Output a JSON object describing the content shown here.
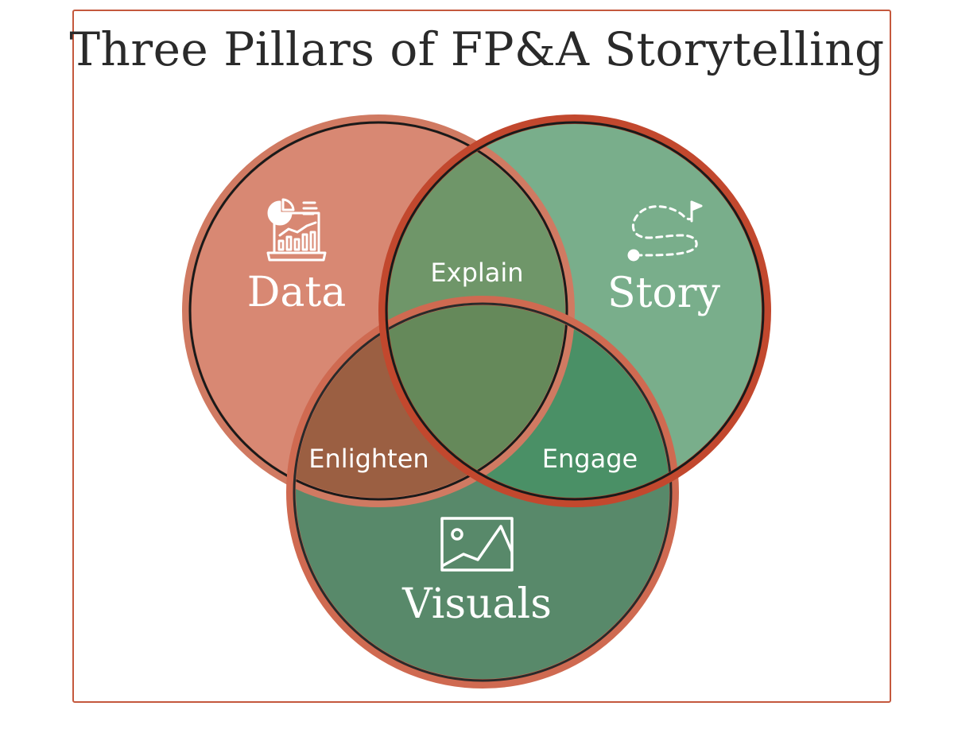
{
  "title": "Three Pillars of FP&A Storytelling",
  "pillars": {
    "data": {
      "label": "Data",
      "icon": "data-analytics-icon",
      "color": "#d88873"
    },
    "story": {
      "label": "Story",
      "icon": "route-flag-icon",
      "color": "#79ae8b"
    },
    "visuals": {
      "label": "Visuals",
      "icon": "image-icon",
      "color": "#58896a"
    }
  },
  "intersections": {
    "data_story": "Explain",
    "data_visuals": "Enlighten",
    "story_visuals": "Engage"
  },
  "colors": {
    "border_accent": "#c4583d",
    "data_visuals_overlap": "#9b5f42",
    "story_visuals_overlap": "#4a9066",
    "data_story_overlap": "#6f9669",
    "center_overlap": "#65895a"
  }
}
